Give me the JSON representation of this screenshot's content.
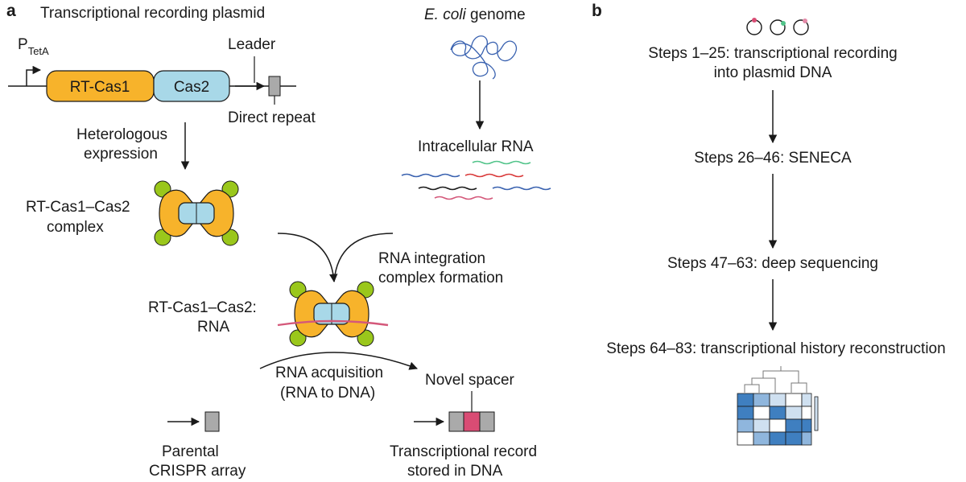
{
  "panel_a": {
    "letter": "a",
    "plasmid_title": "Transcriptional recording plasmid",
    "promoter_main": "P",
    "promoter_sub": "TetA",
    "gene_rt_cas1": "RT-Cas1",
    "gene_cas2": "Cas2",
    "leader": "Leader",
    "direct_repeat": "Direct repeat",
    "heterologous_line1": "Heterologous",
    "heterologous_line2": "expression",
    "complex_line1": "RT-Cas1–Cas2",
    "complex_line2": "complex",
    "genome_italic": "E. coli",
    "genome_rest": " genome",
    "intracellular_rna": "Intracellular RNA",
    "integration_line1": "RNA integration",
    "integration_line2": "complex formation",
    "rna_complex_line1": "RT-Cas1–Cas2:",
    "rna_complex_line2": "RNA",
    "acquisition_line1": "RNA acquisition",
    "acquisition_line2": "(RNA to DNA)",
    "novel_spacer": "Novel spacer",
    "parental_line1": "Parental",
    "parental_line2": "CRISPR array",
    "record_line1": "Transcriptional record",
    "record_line2": "stored in DNA"
  },
  "panel_b": {
    "letter": "b",
    "step1_line1": "Steps 1–25: transcriptional recording",
    "step1_line2": "into plasmid DNA",
    "step2": "Steps 26–46: SENECA",
    "step3": "Steps 47–63: deep sequencing",
    "step4": "Steps 64–83: transcriptional history reconstruction"
  },
  "colors": {
    "rt_cas1": "#f7b32b",
    "cas2": "#a8d8e8",
    "lime": "#9ac71b",
    "rna_pink": "#d4587a",
    "spacer": "#d94c74",
    "repeat_grey": "#aaaaaa",
    "rna_blue": "#3a62b0",
    "rna_green": "#52c48a",
    "rna_red": "#d93a3a",
    "heat_dark": "#3f7fc0",
    "heat_mid": "#8fb6dd",
    "heat_light": "#cfe0f0"
  }
}
